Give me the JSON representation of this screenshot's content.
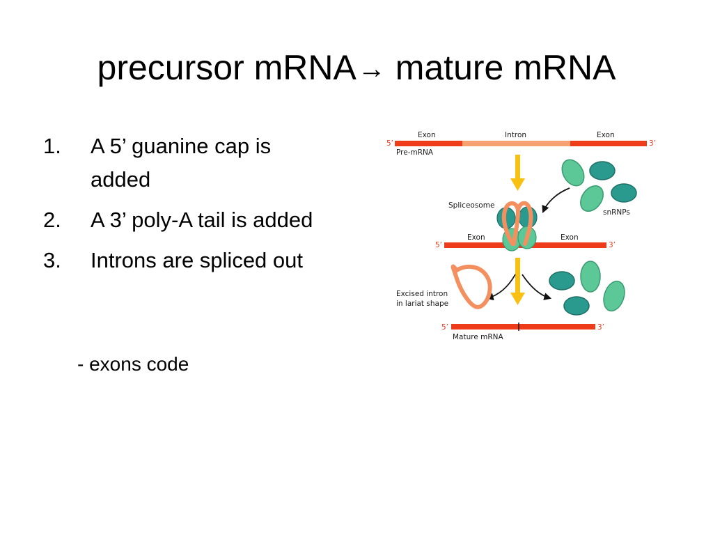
{
  "slide": {
    "title_left": "precursor mRNA",
    "title_arrow": "→",
    "title_right": " mature mRNA"
  },
  "steps": [
    {
      "number": "1.",
      "text": "A 5’ guanine cap is added"
    },
    {
      "number": "2.",
      "text": "A 3’ poly-A tail is added"
    },
    {
      "number": "3.",
      "text": "Introns are spliced out"
    }
  ],
  "sub_note": "- exons code",
  "diagram": {
    "pre_mrna": {
      "five_prime": "5’",
      "three_prime": "3’",
      "exon_left_label": "Exon",
      "intron_label": "Intron",
      "exon_right_label": "Exon",
      "label": "Pre-mRNA"
    },
    "spliceosome_stage": {
      "spliceosome_label": "Spliceosome",
      "snrnps_label": "snRNPs",
      "exon_left_label": "Exon",
      "exon_right_label": "Exon",
      "five_prime": "5’",
      "three_prime": "3’"
    },
    "mature_stage": {
      "excised_intron_line1": "Excised intron",
      "excised_intron_line2": "in lariat shape",
      "five_prime": "5’",
      "three_prime": "3’",
      "label": "Mature mRNA"
    },
    "colors": {
      "exon": "#ee3b1a",
      "intron": "#f7a070",
      "arrow_yellow": "#f8c010",
      "snrnp_teal": "#2a9a8e",
      "snrnp_green": "#5cc898"
    }
  }
}
